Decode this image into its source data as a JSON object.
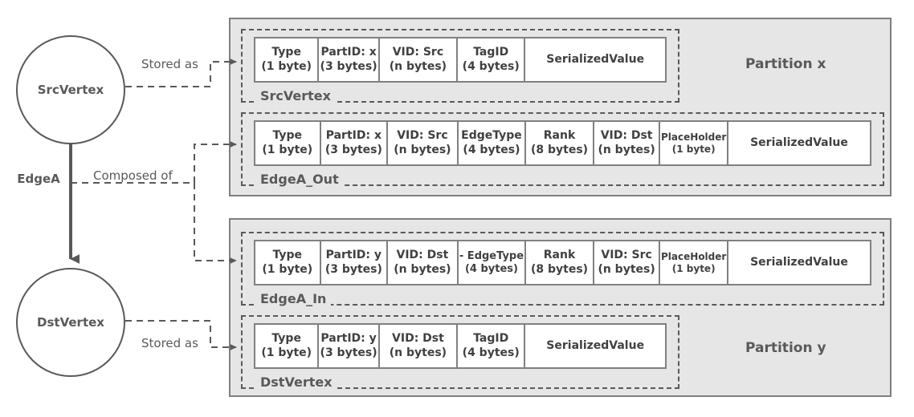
{
  "nodes": {
    "src": {
      "label": "SrcVertex"
    },
    "dst": {
      "label": "DstVertex"
    },
    "edge": {
      "label": "EdgeA"
    }
  },
  "connectors": {
    "stored_as_top": "Stored as",
    "composed_of": "Composed of",
    "stored_as_bottom": "Stored as"
  },
  "partitions": [
    {
      "title": "Partition x"
    },
    {
      "title": "Partition y"
    }
  ],
  "colors": {
    "partition_fill": "#e6e6e6",
    "partition_border": "#7f7f7f",
    "dash_border": "#595959",
    "cell_border": "#808080",
    "text": "#404040",
    "label_text": "#595959",
    "canvas": "#ffffff"
  },
  "groups": [
    {
      "name": "SrcVertex",
      "cells": [
        {
          "l1": "Type",
          "l2": "(1 byte)"
        },
        {
          "l1": "PartID: x",
          "l2": "(3 bytes)"
        },
        {
          "l1": "VID: Src",
          "l2": "(n bytes)"
        },
        {
          "l1": "TagID",
          "l2": "(4 bytes)"
        },
        {
          "l1": "SerializedValue",
          "l2": ""
        }
      ]
    },
    {
      "name": "EdgeA_Out",
      "cells": [
        {
          "l1": "Type",
          "l2": "(1 byte)"
        },
        {
          "l1": "PartID: x",
          "l2": "(3 bytes)"
        },
        {
          "l1": "VID: Src",
          "l2": "(n bytes)"
        },
        {
          "l1": "EdgeType",
          "l2": "(4 bytes)"
        },
        {
          "l1": "Rank",
          "l2": "(8 bytes)"
        },
        {
          "l1": "VID: Dst",
          "l2": "(n bytes)"
        },
        {
          "l1": "PlaceHolder",
          "l2": "(1 byte)"
        },
        {
          "l1": "SerializedValue",
          "l2": ""
        }
      ]
    },
    {
      "name": "EdgeA_In",
      "cells": [
        {
          "l1": "Type",
          "l2": "(1 byte)"
        },
        {
          "l1": "PartID: y",
          "l2": "(3 bytes)"
        },
        {
          "l1": "VID: Dst",
          "l2": "(n bytes)"
        },
        {
          "l1": "- EdgeType",
          "l2": "(4 bytes)"
        },
        {
          "l1": "Rank",
          "l2": "(8 bytes)"
        },
        {
          "l1": "VID: Src",
          "l2": "(n bytes)"
        },
        {
          "l1": "PlaceHolder",
          "l2": "(1 byte)"
        },
        {
          "l1": "SerializedValue",
          "l2": ""
        }
      ]
    },
    {
      "name": "DstVertex",
      "cells": [
        {
          "l1": "Type",
          "l2": "(1 byte)"
        },
        {
          "l1": "PartID: y",
          "l2": "(3 bytes)"
        },
        {
          "l1": "VID: Dst",
          "l2": "(n bytes)"
        },
        {
          "l1": "TagID",
          "l2": "(4 bytes)"
        },
        {
          "l1": "SerializedValue",
          "l2": ""
        }
      ]
    }
  ]
}
